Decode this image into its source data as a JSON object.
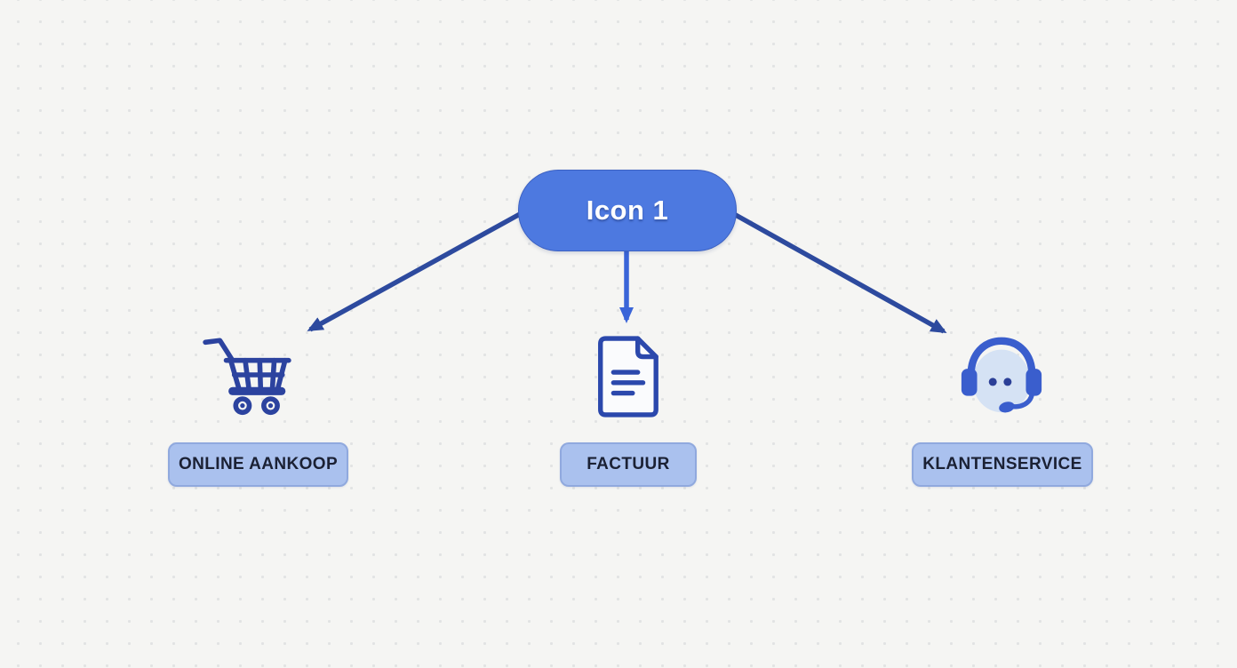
{
  "diagram": {
    "root_node": {
      "label": "Icon 1"
    },
    "branches": [
      {
        "label": "ONLINE AANKOOP",
        "icon": "shopping-cart-icon"
      },
      {
        "label": "FACTUUR",
        "icon": "invoice-document-icon"
      },
      {
        "label": "KLANTENSERVICE",
        "icon": "headset-icon"
      }
    ],
    "colors": {
      "background": "#f5f5f3",
      "root_node_fill": "#4d79e0",
      "root_node_text": "#ffffff",
      "arrow_side": "#2d4a9e",
      "arrow_middle": "#3a65d8",
      "icon_cart_stroke": "#2c439f",
      "icon_document_stroke": "#2b48ac",
      "icon_document_fill": "#fafbfd",
      "icon_headset_primary": "#3a5ecd",
      "icon_headset_face": "#d5e2f4",
      "icon_headset_eyes": "#2b3f97",
      "branch_label_fill": "#aac1ee",
      "branch_label_border": "#90a9de",
      "branch_label_text": "#1b2134"
    }
  }
}
